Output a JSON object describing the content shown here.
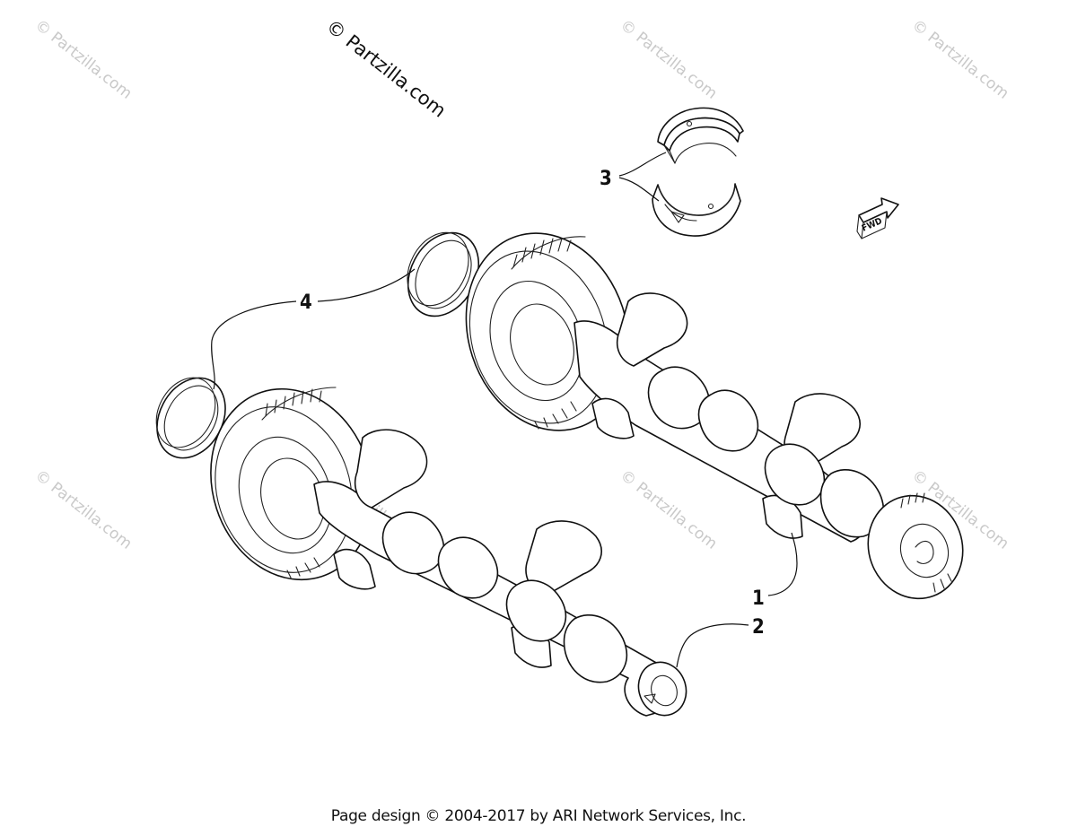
{
  "watermark": {
    "main": "© Partzilla.com",
    "repeat": "© Partzilla.com"
  },
  "callouts": {
    "c1": "1",
    "c2": "2",
    "c3": "3",
    "c4": "4"
  },
  "fwd_label": "FWD",
  "footer": "Page design © 2004-2017 by ARI Network Services, Inc."
}
